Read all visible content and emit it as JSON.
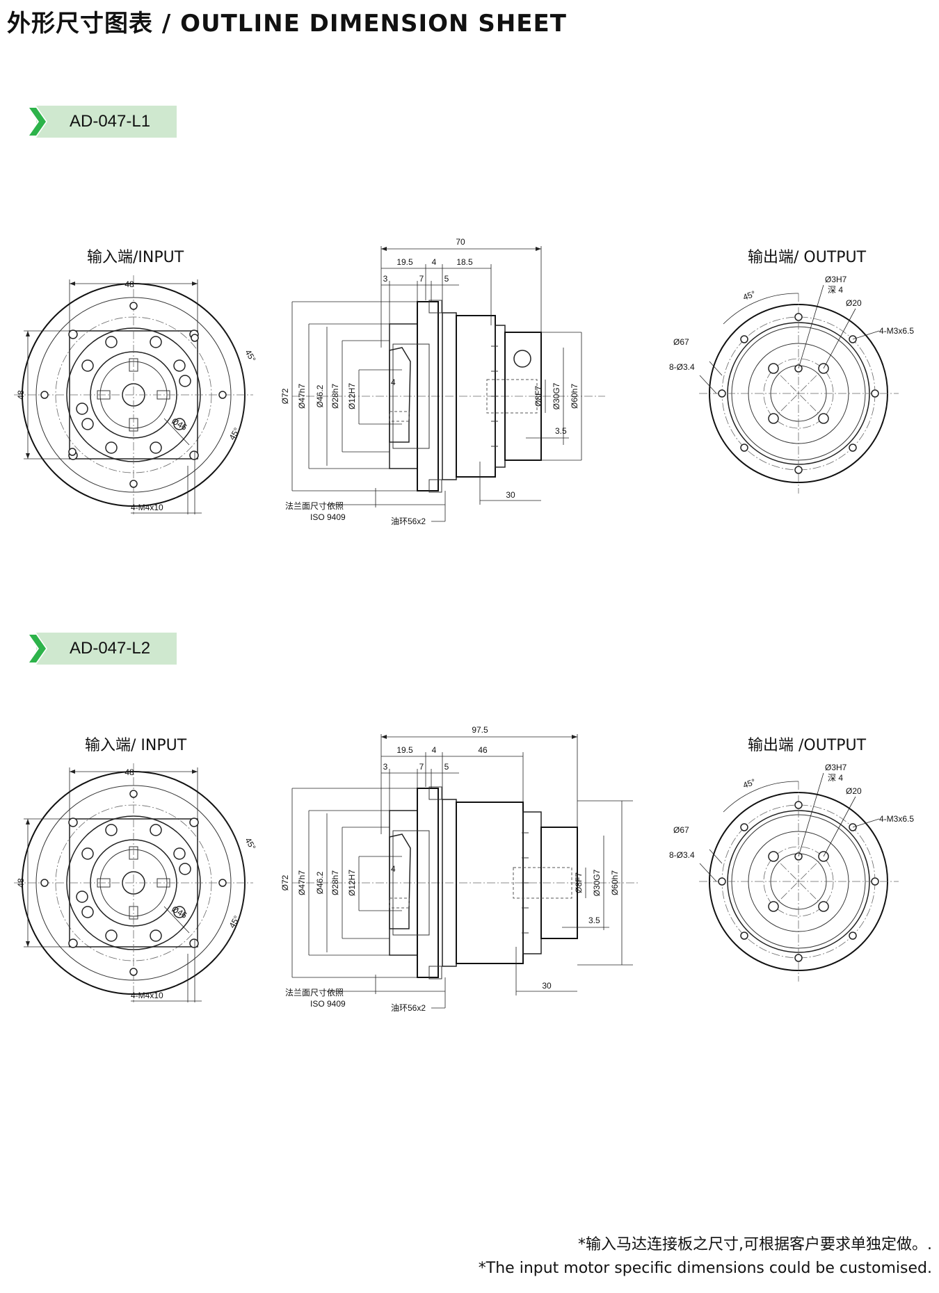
{
  "page": {
    "title": "外形尺寸图表 / OUTLINE DIMENSION SHEET"
  },
  "colors": {
    "tag_bg": "#cfe8cf",
    "tag_arrow": "#2db34a"
  },
  "sections": [
    {
      "model": "AD-047-L1",
      "input_label": "输入端/INPUT",
      "output_label": "输出端/ OUTPUT",
      "input_view": {
        "dims": {
          "width": "48",
          "height": "48",
          "angle_top": "45°",
          "angle_bottom": "45°",
          "pcd": "Ø46",
          "thread": "4-M4x10"
        }
      },
      "side_view": {
        "dims": {
          "overall": "70",
          "d19_5": "19.5",
          "d4": "4",
          "d18_5": "18.5",
          "d3": "3",
          "d7": "7",
          "d5": "5",
          "dia72": "Ø72",
          "dia47": "Ø47h7",
          "dia46": "Ø46.2",
          "dia28": "Ø28h7",
          "dia12": "Ø12H7",
          "key4": "4",
          "dia8": "Ø8F7",
          "dia30": "Ø30G7",
          "dia60": "Ø60h7",
          "d3_5": "3.5",
          "d30": "30"
        },
        "notes": {
          "flange_line1": "法兰面尺寸依照",
          "flange_line2": "ISO 9409",
          "oring": "油环56x2"
        }
      },
      "output_view": {
        "dims": {
          "angle": "45°",
          "pin": "Ø3H7",
          "pin_depth": "深 4",
          "pcd20": "Ø20",
          "thread": "4-M3x6.5",
          "pcd67": "Ø67",
          "holes": "8-Ø3.4"
        }
      }
    },
    {
      "model": "AD-047-L2",
      "input_label": "输入端/ INPUT",
      "output_label": "输出端 /OUTPUT",
      "input_view": {
        "dims": {
          "width": "48",
          "height": "48",
          "angle_top": "45°",
          "angle_bottom": "45°",
          "pcd": "Ø46",
          "thread": "4-M4x10"
        }
      },
      "side_view": {
        "dims": {
          "overall": "97.5",
          "d19_5": "19.5",
          "d4": "4",
          "d18_5": "46",
          "d3": "3",
          "d7": "7",
          "d5": "5",
          "dia72": "Ø72",
          "dia47": "Ø47h7",
          "dia46": "Ø46.2",
          "dia28": "Ø28h7",
          "dia12": "Ø12H7",
          "key4": "4",
          "dia8": "Ø8F7",
          "dia30": "Ø30G7",
          "dia60": "Ø60h7",
          "d3_5": "3.5",
          "d30": "30"
        },
        "notes": {
          "flange_line1": "法兰面尺寸依照",
          "flange_line2": "ISO 9409",
          "oring": "油环56x2"
        }
      },
      "output_view": {
        "dims": {
          "angle": "45°",
          "pin": "Ø3H7",
          "pin_depth": "深 4",
          "pcd20": "Ø20",
          "thread": "4-M3x6.5",
          "pcd67": "Ø67",
          "holes": "8-Ø3.4"
        }
      }
    }
  ],
  "footnotes": {
    "cn": "*输入马达连接板之尺寸,可根据客户要求单独定做。.",
    "en": "*The input motor specific dimensions could be customised."
  }
}
